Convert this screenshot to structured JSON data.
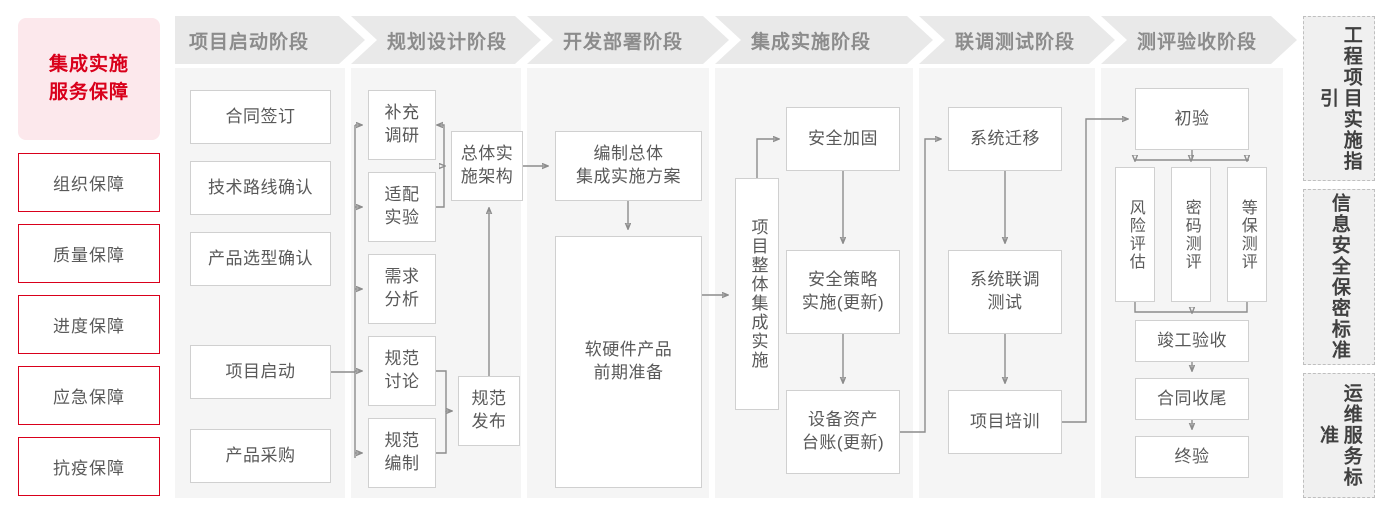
{
  "guarantee": {
    "title": "集成实施\n服务保障",
    "title_line1": "集成实施",
    "title_line2": "服务保障",
    "items": [
      {
        "label": "组织保障"
      },
      {
        "label": "质量保障"
      },
      {
        "label": "进度保障"
      },
      {
        "label": "应急保障"
      },
      {
        "label": "抗疫保障"
      }
    ],
    "accent_color": "#d9001b",
    "fill_color": "#fce8ec"
  },
  "stages": [
    {
      "id": "stage-initiation",
      "title": "项目启动阶段",
      "nodes": [
        {
          "id": "contract-signing",
          "label": "合同签订"
        },
        {
          "id": "tech-route-confirm",
          "label": "技术路线确认"
        },
        {
          "id": "product-selection-confirm",
          "label": "产品选型确认"
        },
        {
          "id": "project-kickoff",
          "label": "项目启动"
        },
        {
          "id": "product-procurement",
          "label": "产品采购"
        }
      ]
    },
    {
      "id": "stage-planning",
      "title": "规划设计阶段",
      "nodes": [
        {
          "id": "supplementary-research",
          "label": "补充\n调研",
          "l1": "补充",
          "l2": "调研"
        },
        {
          "id": "adaptation-experiment",
          "label": "适配\n实验",
          "l1": "适配",
          "l2": "实验"
        },
        {
          "id": "requirement-analysis",
          "label": "需求\n分析",
          "l1": "需求",
          "l2": "分析"
        },
        {
          "id": "spec-discussion",
          "label": "规范\n讨论",
          "l1": "规范",
          "l2": "讨论"
        },
        {
          "id": "spec-drafting",
          "label": "规范\n编制",
          "l1": "规范",
          "l2": "编制"
        },
        {
          "id": "overall-impl-architecture",
          "label": "总体实\n施架构",
          "l1": "总体实",
          "l2": "施架构"
        },
        {
          "id": "spec-release",
          "label": "规范\n发布",
          "l1": "规范",
          "l2": "发布"
        }
      ]
    },
    {
      "id": "stage-development",
      "title": "开发部署阶段",
      "nodes": [
        {
          "id": "overall-integration-plan",
          "label": "编制总体\n集成实施方案",
          "l1": "编制总体",
          "l2": "集成实施方案"
        },
        {
          "id": "hw-sw-preparation",
          "label": "软硬件产品\n前期准备",
          "l1": "软硬件产品",
          "l2": "前期准备"
        }
      ]
    },
    {
      "id": "stage-integration",
      "title": "集成实施阶段",
      "nodes": [
        {
          "id": "overall-project-integration",
          "label": "项目整体集成实施"
        },
        {
          "id": "security-hardening",
          "label": "安全加固"
        },
        {
          "id": "security-policy-impl",
          "label": "安全策略\n实施(更新)",
          "l1": "安全策略",
          "l2": "实施(更新)"
        },
        {
          "id": "device-asset-ledger",
          "label": "设备资产\n台账(更新)",
          "l1": "设备资产",
          "l2": "台账(更新)"
        }
      ]
    },
    {
      "id": "stage-joint-test",
      "title": "联调测试阶段",
      "nodes": [
        {
          "id": "system-migration",
          "label": "系统迁移"
        },
        {
          "id": "system-joint-test",
          "label": "系统联调\n测试",
          "l1": "系统联调",
          "l2": "测试"
        },
        {
          "id": "project-training",
          "label": "项目培训"
        }
      ]
    },
    {
      "id": "stage-acceptance",
      "title": "测评验收阶段",
      "nodes": [
        {
          "id": "preliminary-acceptance",
          "label": "初验"
        },
        {
          "id": "risk-assessment",
          "label": "风险评估"
        },
        {
          "id": "crypto-evaluation",
          "label": "密码测评"
        },
        {
          "id": "mlps-evaluation",
          "label": "等保测评"
        },
        {
          "id": "completion-acceptance",
          "label": "竣工验收"
        },
        {
          "id": "contract-closeout",
          "label": "合同收尾"
        },
        {
          "id": "final-acceptance",
          "label": "终验"
        }
      ]
    }
  ],
  "standards": [
    {
      "id": "std-engineering",
      "label": "工程项目实施指引"
    },
    {
      "id": "std-infosec",
      "label": "信息安全保密标准"
    },
    {
      "id": "std-ops",
      "label": "运维服务标准"
    }
  ]
}
